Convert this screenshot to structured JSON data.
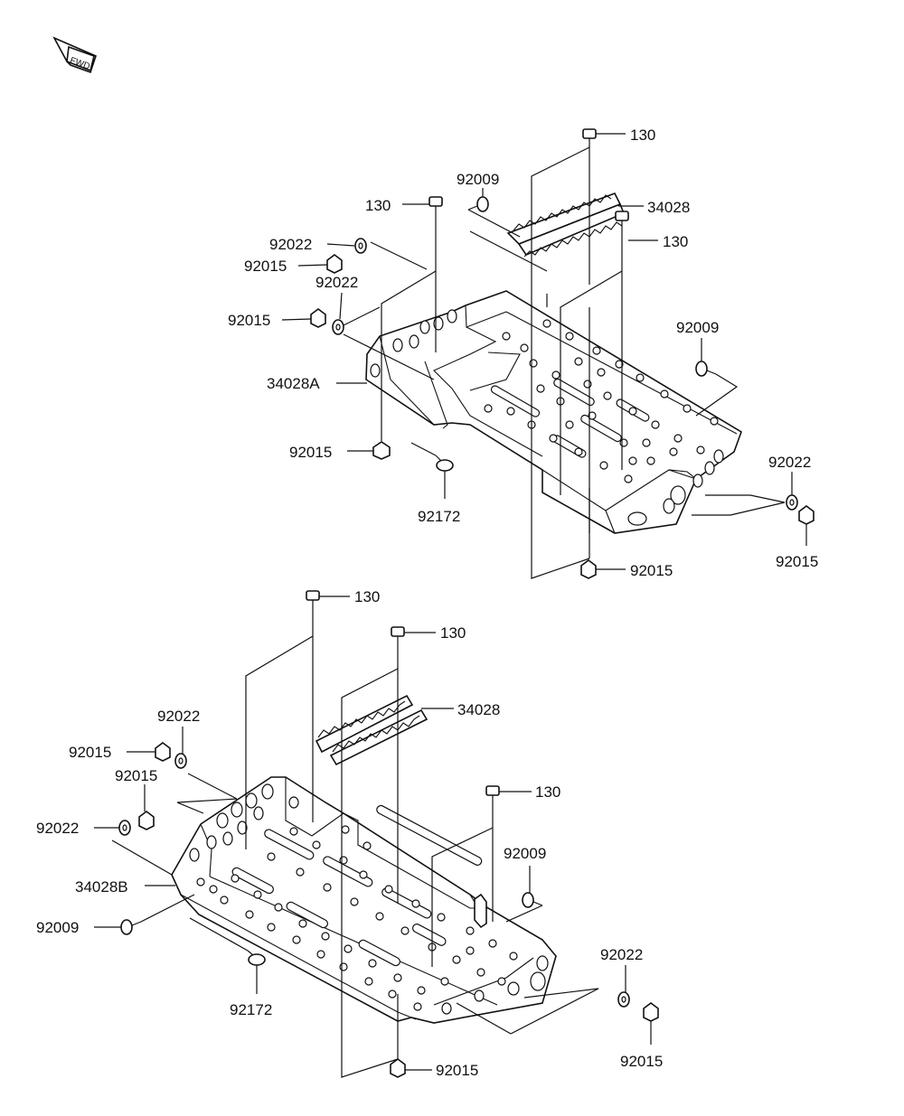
{
  "labels": {
    "top": {
      "bolt_upper": "130",
      "bolt_left": "130",
      "bolt_right": "130",
      "screw_92009_left": "92009",
      "screw_92009_right": "92009",
      "pad_34028": "34028",
      "washer_left_upper": "92022",
      "nut_left_upper": "92015",
      "washer_left_lower": "92022",
      "nut_left_lower": "92015",
      "bracket_34028a": "34028A",
      "nut_left_bottom": "92015",
      "bolt_92172": "92172",
      "washer_right": "92022",
      "nut_right": "92015",
      "nut_bottom": "92015"
    },
    "bottom": {
      "bolt_upper": "130",
      "bolt_middle": "130",
      "bolt_right": "130",
      "pad_34028": "34028",
      "washer_upper": "92022",
      "nut_upper": "92015",
      "nut_middle": "92015",
      "washer_left": "92022",
      "bracket_34028b": "34028B",
      "screw_92009_left": "92009",
      "screw_92009_right": "92009",
      "bolt_92172": "92172",
      "washer_right": "92022",
      "nut_right": "92015",
      "nut_bottom": "92015"
    }
  },
  "icon": "front-arrow-icon"
}
